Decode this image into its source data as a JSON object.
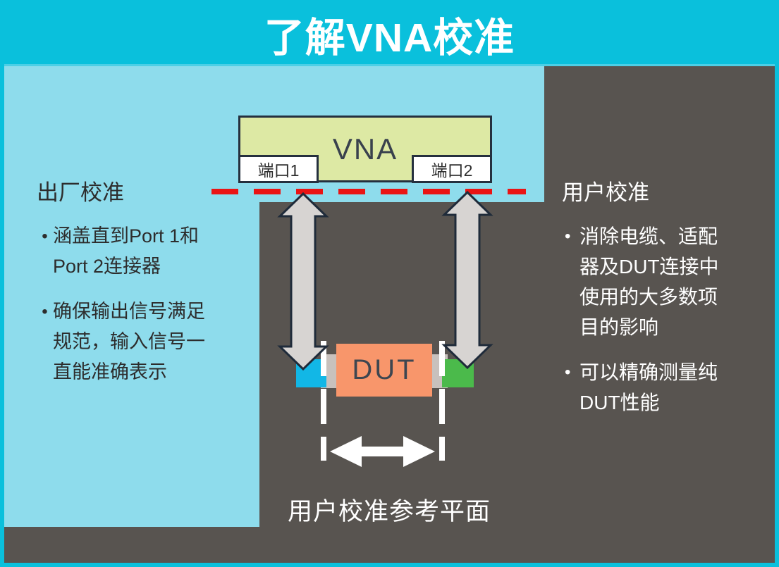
{
  "title": "了解VNA校准",
  "colors": {
    "header_cyan": "#0ac0dc",
    "panel_light_cyan": "#8edcec",
    "panel_dark_gray": "#585450",
    "vna_fill": "#dde9a4",
    "outline_navy": "#25303e",
    "reference_plane_red": "#ea1414",
    "arrow_gray": "#d7d4d2",
    "dut_fill": "#f8966b",
    "port1_connector_blue": "#12b7e6",
    "port2_connector_green": "#4bba4b",
    "stub_gray": "#c8c1bd",
    "white": "#ffffff"
  },
  "diagram": {
    "vna_label": "VNA",
    "port1_label": "端口1",
    "port2_label": "端口2",
    "dut_label": "DUT",
    "caption": "用户校准参考平面"
  },
  "left_panel": {
    "heading": "出厂校准",
    "bullets": [
      "涵盖直到Port 1和\nPort 2连接器",
      "确保输出信号满足\n规范，输入信号一\n直能准确表示"
    ]
  },
  "right_panel": {
    "heading": "用户校准",
    "bullets": [
      "消除电缆、适配\n器及DUT连接中\n使用的大多数项\n目的影响",
      "可以精确测量纯\nDUT性能"
    ]
  }
}
